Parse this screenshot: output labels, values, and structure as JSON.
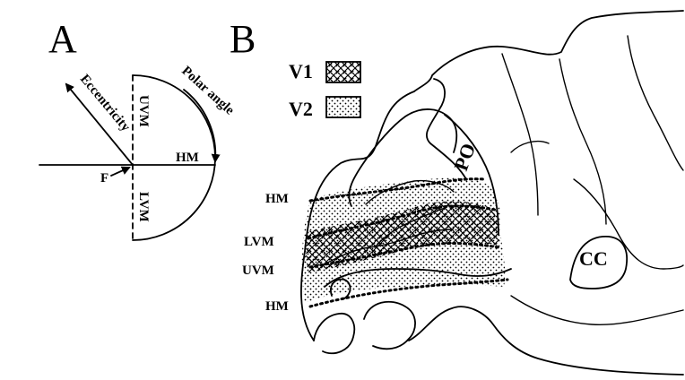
{
  "panels": {
    "a": "A",
    "b": "B"
  },
  "panel_a": {
    "eccentricity": "Eccentricity",
    "polar_angle": "Polar angle",
    "uvm": "UVM",
    "lvm": "LVM",
    "hm": "HM",
    "f": "F"
  },
  "panel_b": {
    "legend": {
      "v1": "V1",
      "v2": "V2"
    },
    "po": "PO",
    "cc": "CC",
    "side_labels": {
      "hm_top": "HM",
      "lvm": "LVM",
      "uvm": "UVM",
      "hm_bottom": "HM"
    }
  },
  "colors": {
    "ink": "#000000",
    "paper": "#ffffff"
  }
}
